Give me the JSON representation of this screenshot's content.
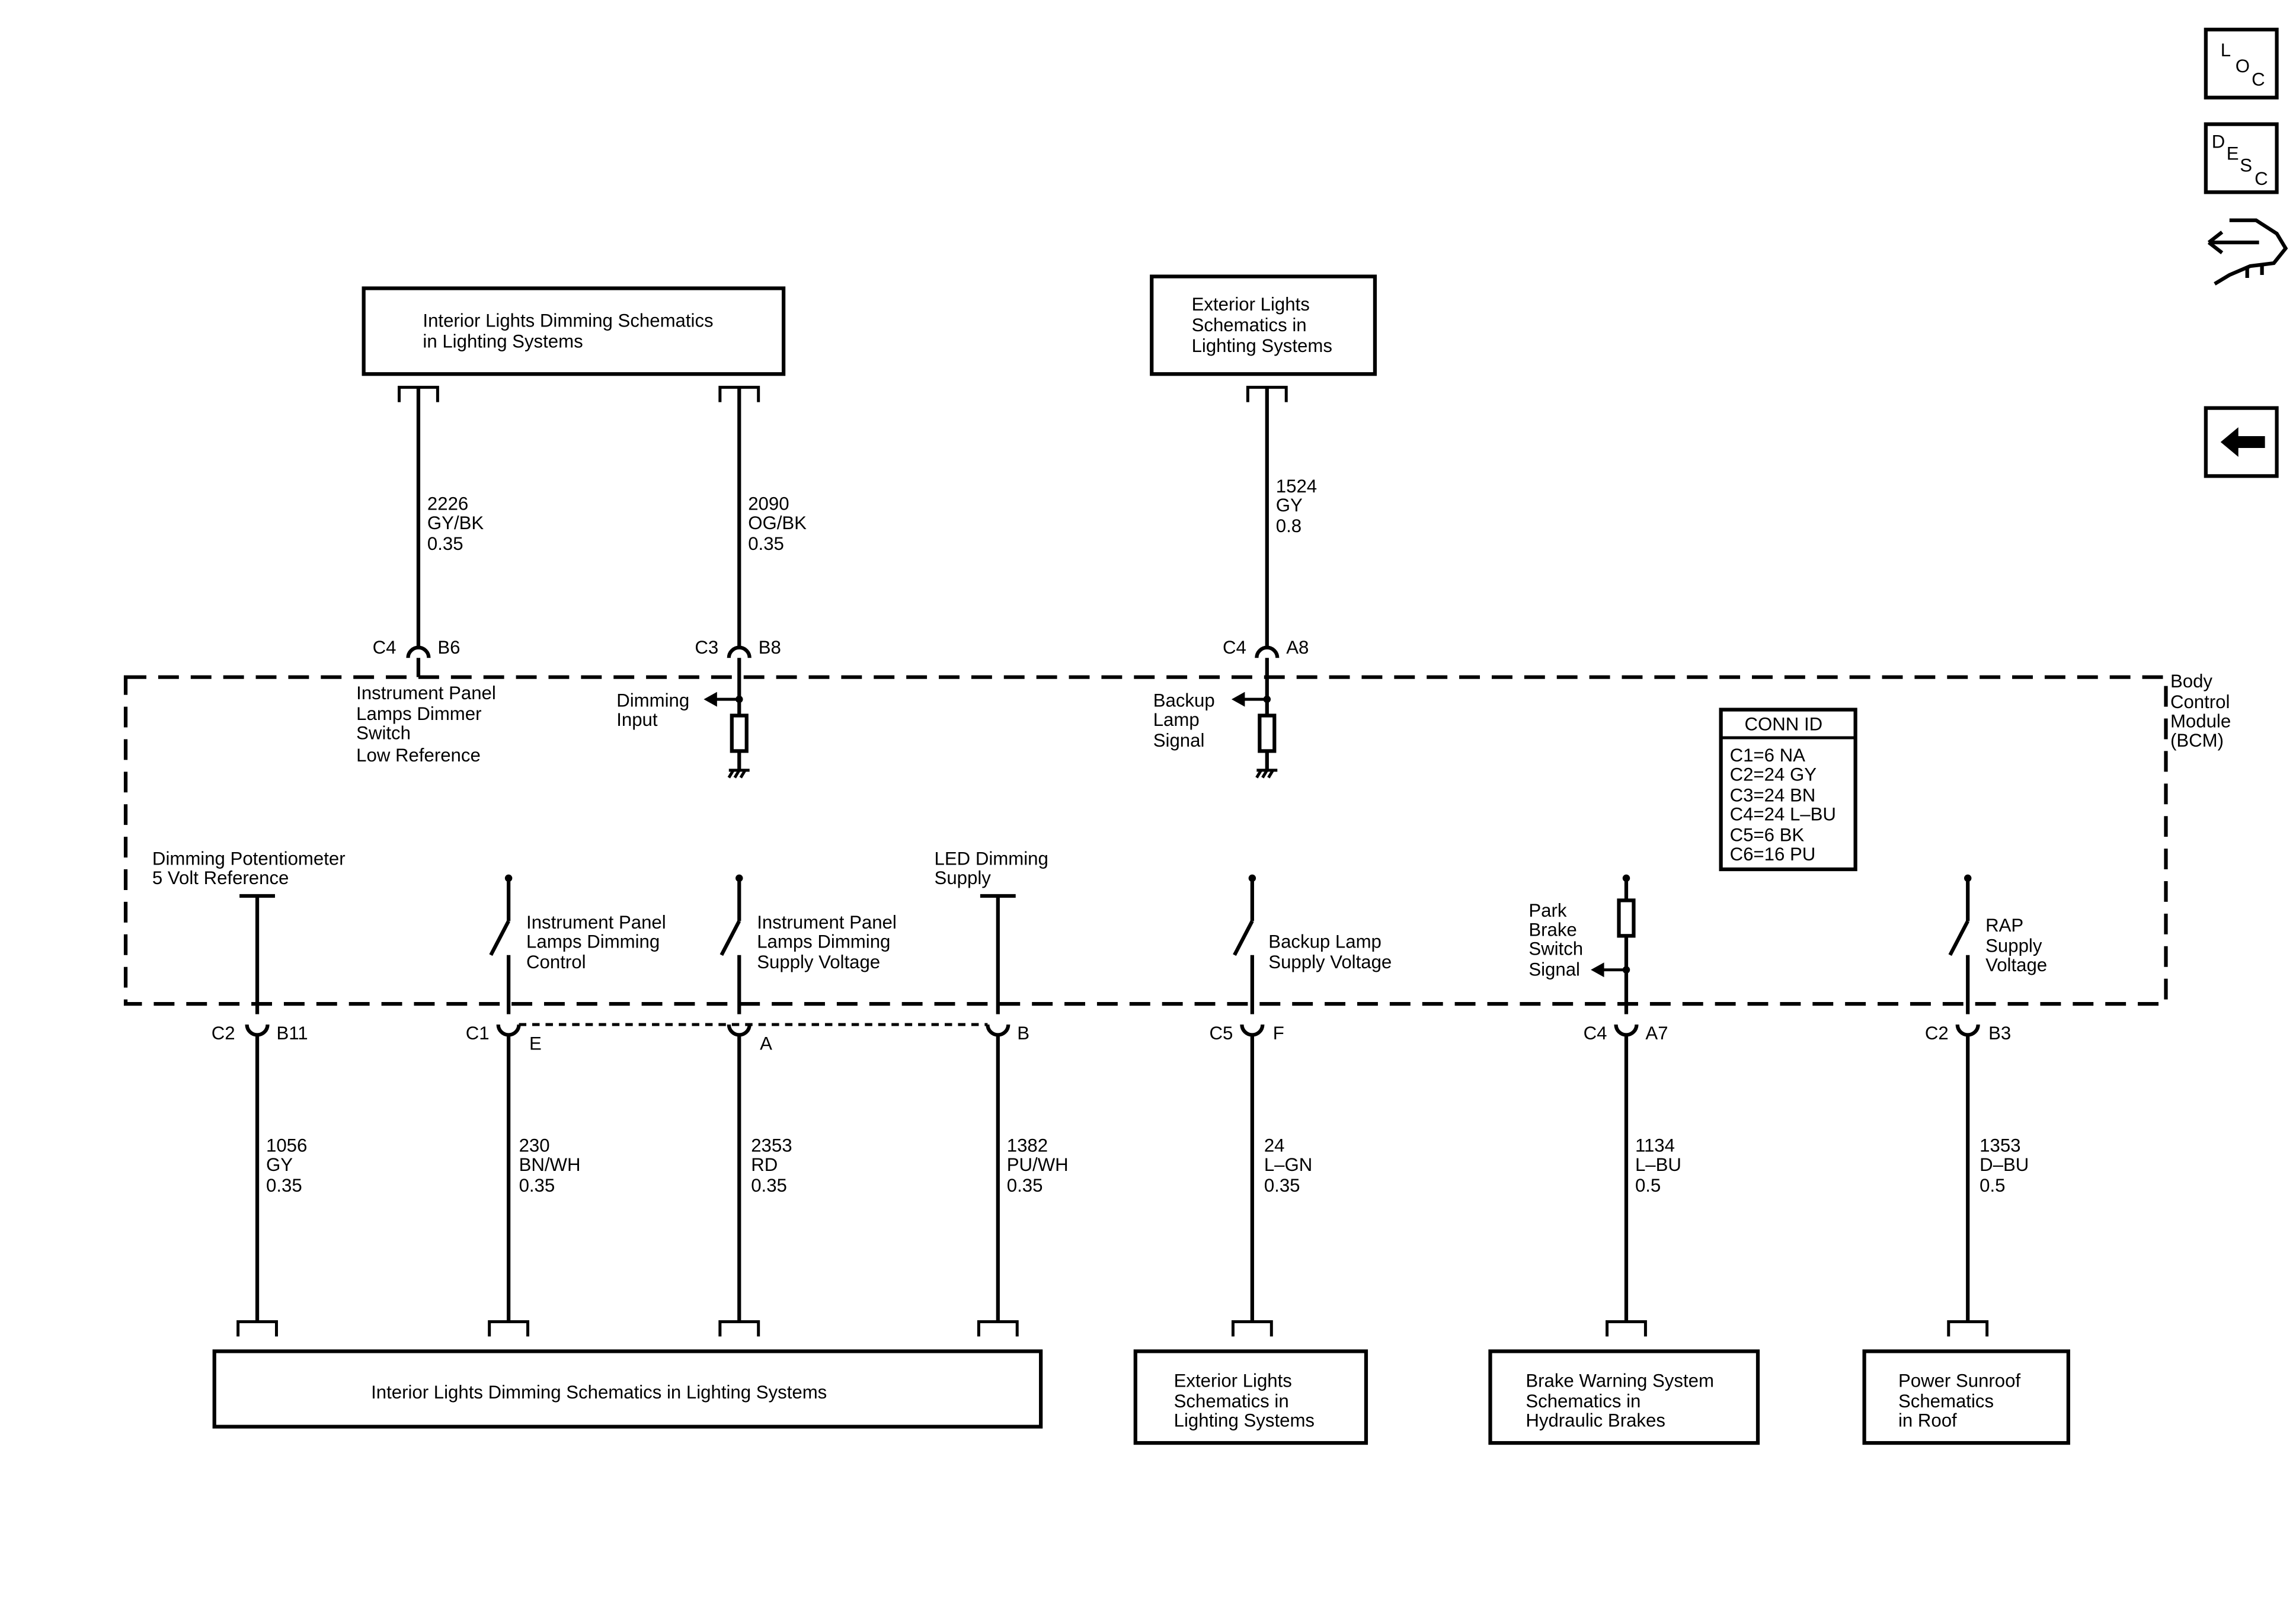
{
  "nav": {
    "loc": [
      "L",
      "O",
      "C"
    ],
    "desc": [
      "D",
      "E",
      "S",
      "C"
    ]
  },
  "top_boxes": {
    "interior": [
      "Interior Lights Dimming Schematics",
      "in Lighting Systems"
    ],
    "exterior": [
      "Exterior Lights",
      "Schematics in",
      "Lighting Systems"
    ]
  },
  "top_wires": [
    {
      "circuit": "2226",
      "color": "GY/BK",
      "size": "0.35",
      "conn": "C4",
      "pin": "B6"
    },
    {
      "circuit": "2090",
      "color": "OG/BK",
      "size": "0.35",
      "conn": "C3",
      "pin": "B8"
    },
    {
      "circuit": "1524",
      "color": "GY",
      "size": "0.8",
      "conn": "C4",
      "pin": "A8"
    }
  ],
  "module": {
    "name": [
      "Body",
      "Control",
      "Module",
      "(BCM)"
    ],
    "conn_id_title": "CONN ID",
    "conn_ids": [
      "C1=6 NA",
      "C2=24 GY",
      "C3=24 BN",
      "C4=24 L–BU",
      "C5=6 BK",
      "C6=16 PU"
    ]
  },
  "internal_labels": {
    "low_ref": [
      "Instrument Panel",
      "Lamps Dimmer",
      "Switch",
      "Low Reference"
    ],
    "dimming_input": [
      "Dimming",
      "Input"
    ],
    "backup_signal": [
      "Backup",
      "Lamp",
      "Signal"
    ],
    "pot_ref": [
      "Dimming Potentiometer",
      "5 Volt Reference"
    ],
    "ip_control": [
      "Instrument Panel",
      "Lamps Dimming",
      "Control"
    ],
    "ip_supply": [
      "Instrument Panel",
      "Lamps Dimming",
      "Supply Voltage"
    ],
    "led_supply": [
      "LED Dimming",
      "Supply"
    ],
    "backup_supply": [
      "Backup Lamp",
      "Supply Voltage"
    ],
    "park_brake": [
      "Park",
      "Brake",
      "Switch",
      "Signal"
    ],
    "rap": [
      "RAP",
      "Supply",
      "Voltage"
    ]
  },
  "bottom_wires": [
    {
      "circuit": "1056",
      "color": "GY",
      "size": "0.35",
      "conn": "C2",
      "pin": "B11"
    },
    {
      "circuit": "230",
      "color": "BN/WH",
      "size": "0.35",
      "conn": "C1",
      "pin": "E"
    },
    {
      "circuit": "2353",
      "color": "RD",
      "size": "0.35",
      "conn": "",
      "pin": "A"
    },
    {
      "circuit": "1382",
      "color": "PU/WH",
      "size": "0.35",
      "conn": "",
      "pin": "B"
    },
    {
      "circuit": "24",
      "color": "L–GN",
      "size": "0.35",
      "conn": "C5",
      "pin": "F"
    },
    {
      "circuit": "1134",
      "color": "L–BU",
      "size": "0.5",
      "conn": "C4",
      "pin": "A7"
    },
    {
      "circuit": "1353",
      "color": "D–BU",
      "size": "0.5",
      "conn": "C2",
      "pin": "B3"
    }
  ],
  "bottom_boxes": {
    "interior": [
      "Interior Lights Dimming Schematics in Lighting Systems"
    ],
    "exterior": [
      "Exterior Lights",
      "Schematics in",
      "Lighting Systems"
    ],
    "brake": [
      "Brake Warning System",
      "Schematics in",
      "Hydraulic Brakes"
    ],
    "sunroof": [
      "Power Sunroof",
      "Schematics",
      "in Roof"
    ]
  }
}
